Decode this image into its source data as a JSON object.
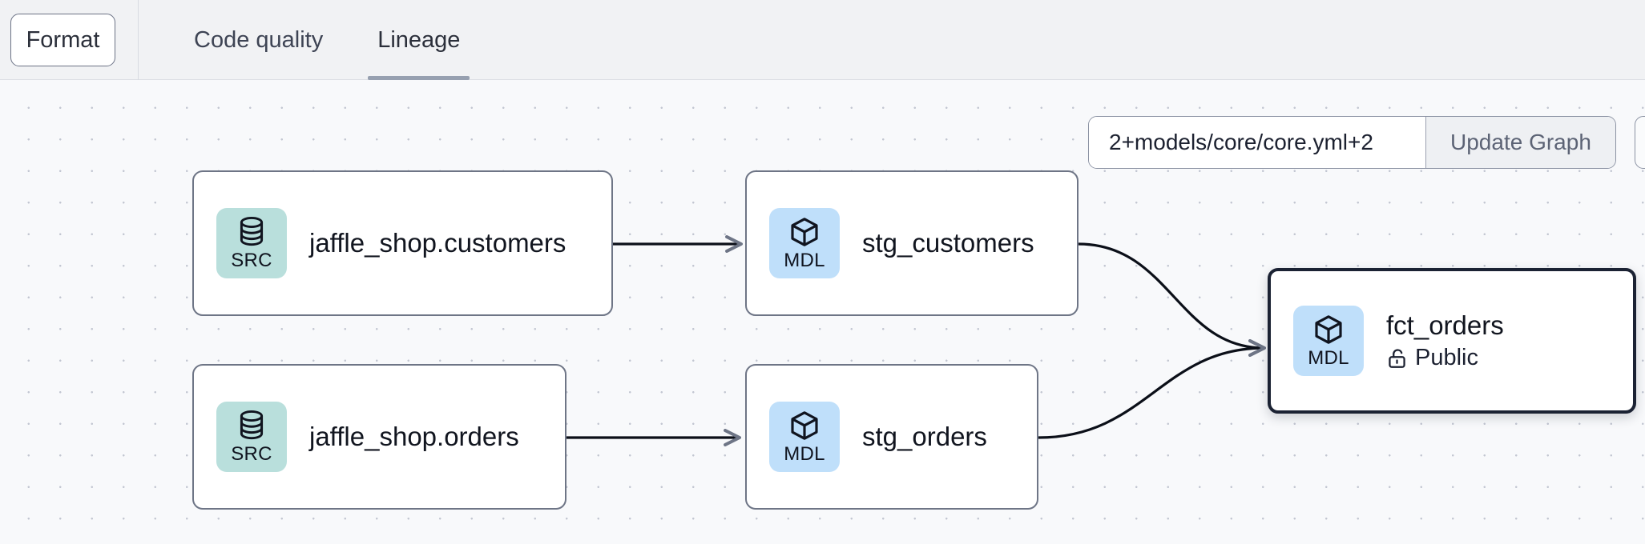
{
  "toolbar": {
    "format_label": "Format",
    "tabs": [
      {
        "label": "Code quality",
        "active": false
      },
      {
        "label": "Lineage",
        "active": true
      }
    ]
  },
  "query_bar": {
    "value": "2+models/core/core.yml+2",
    "placeholder": "Enter model selector",
    "button_label": "Update Graph"
  },
  "graph": {
    "nodes": [
      {
        "id": "jaffle_shop_customers",
        "title": "jaffle_shop.customers",
        "badge": "SRC",
        "badge_type": "src",
        "icon": "database-icon",
        "subtitle": null,
        "selected": false
      },
      {
        "id": "stg_customers",
        "title": "stg_customers",
        "badge": "MDL",
        "badge_type": "mdl",
        "icon": "cube-icon",
        "subtitle": null,
        "selected": false
      },
      {
        "id": "jaffle_shop_orders",
        "title": "jaffle_shop.orders",
        "badge": "SRC",
        "badge_type": "src",
        "icon": "database-icon",
        "subtitle": null,
        "selected": false
      },
      {
        "id": "stg_orders",
        "title": "stg_orders",
        "badge": "MDL",
        "badge_type": "mdl",
        "icon": "cube-icon",
        "subtitle": null,
        "selected": false
      },
      {
        "id": "fct_orders",
        "title": "fct_orders",
        "badge": "MDL",
        "badge_type": "mdl",
        "icon": "cube-icon",
        "subtitle": "Public",
        "subtitle_icon": "unlock-icon",
        "selected": true
      }
    ],
    "edges": [
      {
        "from": "jaffle_shop_customers",
        "to": "stg_customers"
      },
      {
        "from": "jaffle_shop_orders",
        "to": "stg_orders"
      },
      {
        "from": "stg_customers",
        "to": "fct_orders"
      },
      {
        "from": "stg_orders",
        "to": "fct_orders"
      }
    ]
  },
  "colors": {
    "src_badge": "#b9dfdc",
    "mdl_badge": "#bfdffa",
    "node_border": "#6e7586",
    "selected_border": "#1b2233",
    "canvas_bg": "#f8f9fb",
    "topbar_bg": "#f1f2f4",
    "tab_underline": "#97a0b0",
    "edge": "#0b0f18"
  }
}
